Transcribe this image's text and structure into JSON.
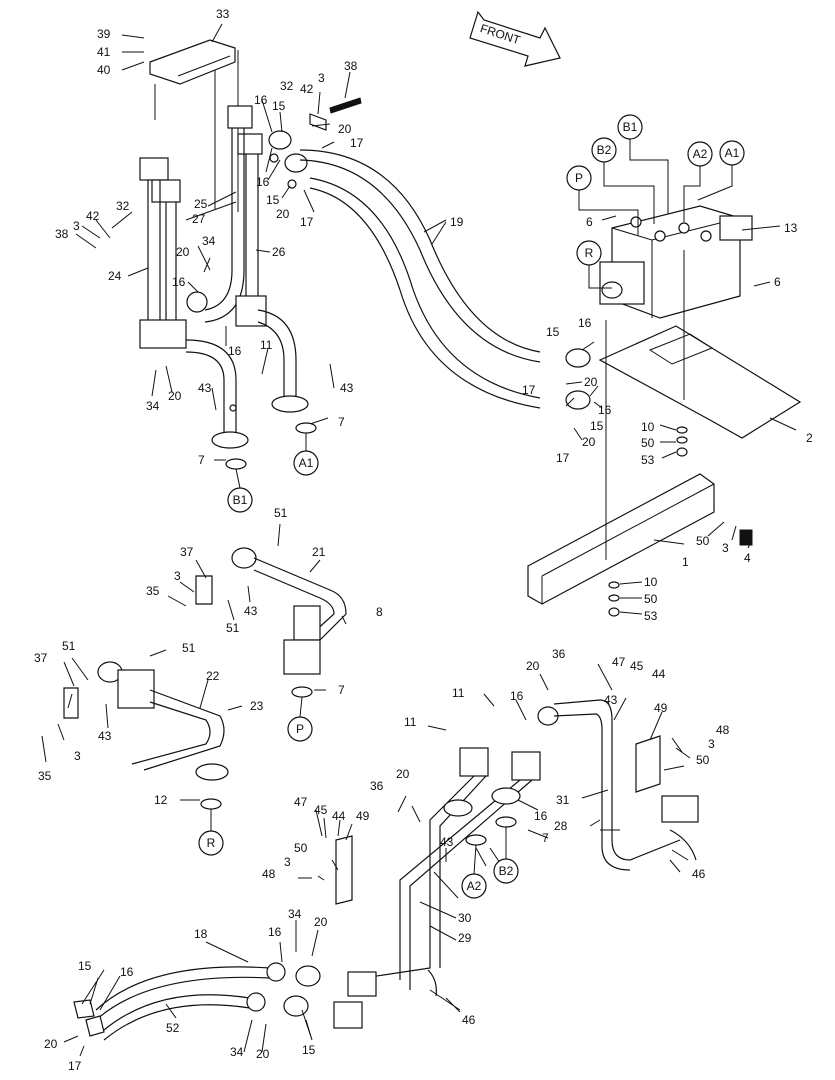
{
  "front_arrow": {
    "label": "FRONT"
  },
  "callouts": [
    {
      "id": "c39",
      "text": "39"
    },
    {
      "id": "c41",
      "text": "41"
    },
    {
      "id": "c40",
      "text": "40"
    },
    {
      "id": "c33",
      "text": "33"
    },
    {
      "id": "c38a",
      "text": "38"
    },
    {
      "id": "c32a",
      "text": "32"
    },
    {
      "id": "c42a",
      "text": "42"
    },
    {
      "id": "c3a",
      "text": "3"
    },
    {
      "id": "c16a",
      "text": "16"
    },
    {
      "id": "c15a",
      "text": "15"
    },
    {
      "id": "c20a",
      "text": "20"
    },
    {
      "id": "c17a",
      "text": "17"
    },
    {
      "id": "c16b",
      "text": "16"
    },
    {
      "id": "c15b",
      "text": "15"
    },
    {
      "id": "c20b",
      "text": "20"
    },
    {
      "id": "c17b",
      "text": "17"
    },
    {
      "id": "c19",
      "text": "19"
    },
    {
      "id": "c25",
      "text": "25"
    },
    {
      "id": "c27",
      "text": "27"
    },
    {
      "id": "c32b",
      "text": "32"
    },
    {
      "id": "c42b",
      "text": "42"
    },
    {
      "id": "c3b",
      "text": "3"
    },
    {
      "id": "c38b",
      "text": "38"
    },
    {
      "id": "c24",
      "text": "24"
    },
    {
      "id": "c20c",
      "text": "20"
    },
    {
      "id": "c34a",
      "text": "34"
    },
    {
      "id": "c26",
      "text": "26"
    },
    {
      "id": "c16c",
      "text": "16"
    },
    {
      "id": "c16d",
      "text": "16"
    },
    {
      "id": "c11a",
      "text": "11"
    },
    {
      "id": "c34b",
      "text": "34"
    },
    {
      "id": "c20d",
      "text": "20"
    },
    {
      "id": "c43a",
      "text": "43"
    },
    {
      "id": "c43b",
      "text": "43"
    },
    {
      "id": "c7a",
      "text": "7"
    },
    {
      "id": "c7b",
      "text": "7"
    },
    {
      "id": "c6a",
      "text": "6"
    },
    {
      "id": "c13",
      "text": "13"
    },
    {
      "id": "c6b",
      "text": "6"
    },
    {
      "id": "c15c",
      "text": "15"
    },
    {
      "id": "c16e",
      "text": "16"
    },
    {
      "id": "c17c",
      "text": "17"
    },
    {
      "id": "c20e",
      "text": "20"
    },
    {
      "id": "c16f",
      "text": "16"
    },
    {
      "id": "c15d",
      "text": "15"
    },
    {
      "id": "c20f",
      "text": "20"
    },
    {
      "id": "c17d",
      "text": "17"
    },
    {
      "id": "c10a",
      "text": "10"
    },
    {
      "id": "c50a",
      "text": "50"
    },
    {
      "id": "c53a",
      "text": "53"
    },
    {
      "id": "c2",
      "text": "2"
    },
    {
      "id": "c50b",
      "text": "50"
    },
    {
      "id": "c3c",
      "text": "3"
    },
    {
      "id": "c4",
      "text": "4"
    },
    {
      "id": "c1",
      "text": "1"
    },
    {
      "id": "c10b",
      "text": "10"
    },
    {
      "id": "c50c",
      "text": "50"
    },
    {
      "id": "c53b",
      "text": "53"
    },
    {
      "id": "c51a",
      "text": "51"
    },
    {
      "id": "c21",
      "text": "21"
    },
    {
      "id": "c37a",
      "text": "37"
    },
    {
      "id": "c3d",
      "text": "3"
    },
    {
      "id": "c35a",
      "text": "35"
    },
    {
      "id": "c43c",
      "text": "43"
    },
    {
      "id": "c51b",
      "text": "51"
    },
    {
      "id": "c8",
      "text": "8"
    },
    {
      "id": "c7c",
      "text": "7"
    },
    {
      "id": "c37b",
      "text": "37"
    },
    {
      "id": "c51c",
      "text": "51"
    },
    {
      "id": "c51d",
      "text": "51"
    },
    {
      "id": "c22",
      "text": "22"
    },
    {
      "id": "c23",
      "text": "23"
    },
    {
      "id": "c43d",
      "text": "43"
    },
    {
      "id": "c3e",
      "text": "3"
    },
    {
      "id": "c35b",
      "text": "35"
    },
    {
      "id": "c12",
      "text": "12"
    },
    {
      "id": "c11b",
      "text": "11"
    },
    {
      "id": "c11c",
      "text": "11"
    },
    {
      "id": "c20g",
      "text": "20"
    },
    {
      "id": "c36a",
      "text": "36"
    },
    {
      "id": "c16g",
      "text": "16"
    },
    {
      "id": "c47a",
      "text": "47"
    },
    {
      "id": "c45a",
      "text": "45"
    },
    {
      "id": "c44a",
      "text": "44"
    },
    {
      "id": "c43e",
      "text": "43"
    },
    {
      "id": "c49a",
      "text": "49"
    },
    {
      "id": "c48a",
      "text": "48"
    },
    {
      "id": "c3f",
      "text": "3"
    },
    {
      "id": "c50d",
      "text": "50"
    },
    {
      "id": "c36b",
      "text": "36"
    },
    {
      "id": "c20h",
      "text": "20"
    },
    {
      "id": "c31",
      "text": "31"
    },
    {
      "id": "c16h",
      "text": "16"
    },
    {
      "id": "c28",
      "text": "28"
    },
    {
      "id": "c7d",
      "text": "7"
    },
    {
      "id": "c46a",
      "text": "46"
    },
    {
      "id": "c47b",
      "text": "47"
    },
    {
      "id": "c45b",
      "text": "45"
    },
    {
      "id": "c44b",
      "text": "44"
    },
    {
      "id": "c49b",
      "text": "49"
    },
    {
      "id": "c50e",
      "text": "50"
    },
    {
      "id": "c3g",
      "text": "3"
    },
    {
      "id": "c48b",
      "text": "48"
    },
    {
      "id": "c43f",
      "text": "43"
    },
    {
      "id": "c30",
      "text": "30"
    },
    {
      "id": "c29",
      "text": "29"
    },
    {
      "id": "c34c",
      "text": "34"
    },
    {
      "id": "c20i",
      "text": "20"
    },
    {
      "id": "c18",
      "text": "18"
    },
    {
      "id": "c16i",
      "text": "16"
    },
    {
      "id": "c15e",
      "text": "15"
    },
    {
      "id": "c16j",
      "text": "16"
    },
    {
      "id": "c52",
      "text": "52"
    },
    {
      "id": "c46b",
      "text": "46"
    },
    {
      "id": "c20j",
      "text": "20"
    },
    {
      "id": "c17e",
      "text": "17"
    },
    {
      "id": "c34d",
      "text": "34"
    },
    {
      "id": "c20k",
      "text": "20"
    },
    {
      "id": "c15f",
      "text": "15"
    }
  ],
  "ports": [
    {
      "id": "pB1top",
      "text": "B1"
    },
    {
      "id": "pB2top",
      "text": "B2"
    },
    {
      "id": "pA2top",
      "text": "A2"
    },
    {
      "id": "pA1top",
      "text": "A1"
    },
    {
      "id": "pPtop",
      "text": "P"
    },
    {
      "id": "pRtop",
      "text": "R"
    },
    {
      "id": "pA1",
      "text": "A1"
    },
    {
      "id": "pB1",
      "text": "B1"
    },
    {
      "id": "pP",
      "text": "P"
    },
    {
      "id": "pR",
      "text": "R"
    },
    {
      "id": "pA2",
      "text": "A2"
    },
    {
      "id": "pB2",
      "text": "B2"
    }
  ]
}
